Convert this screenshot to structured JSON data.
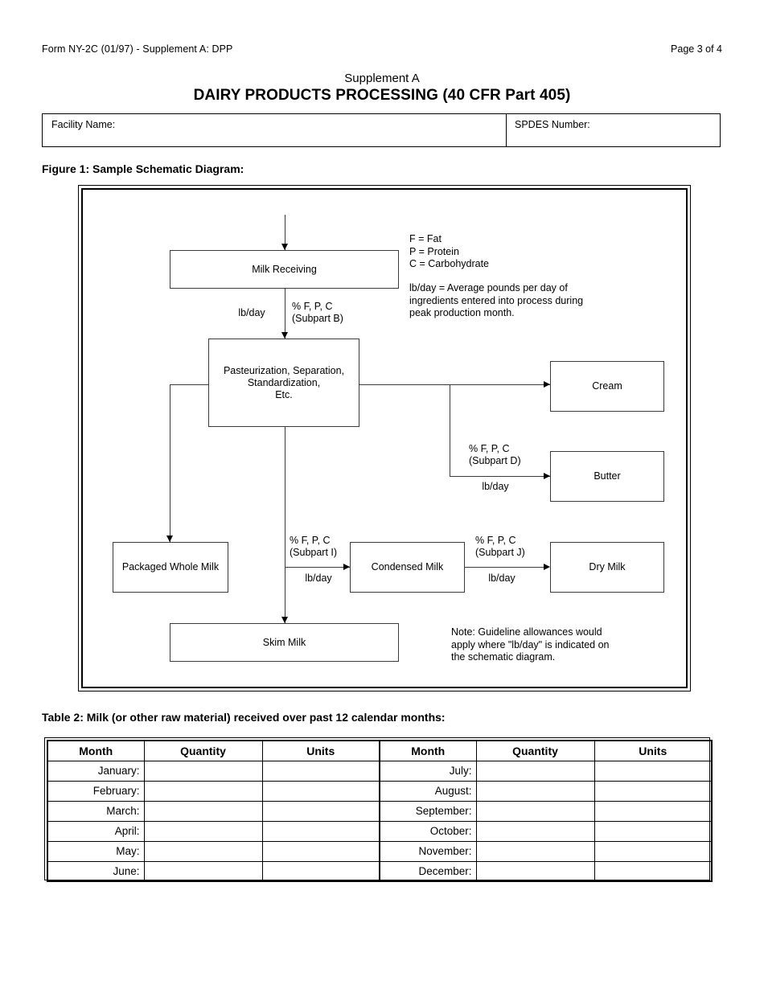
{
  "header": {
    "form_id": "Form NY-2C (01/97) - Supplement A: DPP",
    "page_number": "Page 3 of 4"
  },
  "title": {
    "line1": "Supplement A",
    "line2": "DAIRY PRODUCTS PROCESSING (40 CFR Part 405)"
  },
  "facility_box": {
    "facility_label": "Facility Name:",
    "facility_value": "",
    "spdes_label": "SPDES Number:",
    "spdes_value": ""
  },
  "figure": {
    "caption": "Figure 1: Sample Schematic Diagram:",
    "nodes": {
      "milk_receiving": "Milk Receiving",
      "pasteurization": "Pasteurization, Separation,\nStandardization,\nEtc.",
      "cream": "Cream",
      "butter": "Butter",
      "packaged_whole_milk": "Packaged Whole Milk",
      "condensed_milk": "Condensed Milk",
      "dry_milk": "Dry Milk",
      "skim_milk": "Skim Milk"
    },
    "edge_labels": {
      "lbday_receiving": "lb/day",
      "subpart_b": "% F, P, C\n(Subpart B)",
      "subpart_d": "% F, P, C\n(Subpart D)",
      "lbday_butter": "lb/day",
      "subpart_i": "% F, P, C\n(Subpart I)",
      "lbday_condensed": "lb/day",
      "subpart_j": "% F, P, C\n(Subpart J)",
      "lbday_dry": "lb/day"
    },
    "legend": {
      "abbreviations": "F = Fat\nP = Protein\nC = Carbohydrate",
      "lbday_definition": "lb/day = Average pounds per day of\ningredients entered into process during\npeak production month."
    },
    "note": "Note: Guideline allowances would\napply where \"lb/day\" is indicated on\nthe schematic diagram."
  },
  "table2": {
    "caption": "Table 2: Milk (or other raw material) received over past 12 calendar months:",
    "headers": [
      "Month",
      "Quantity",
      "Units",
      "Month",
      "Quantity",
      "Units"
    ],
    "rows": [
      {
        "left_month": "January:",
        "left_quantity": "",
        "left_units": "",
        "right_month": "July:",
        "right_quantity": "",
        "right_units": ""
      },
      {
        "left_month": "February:",
        "left_quantity": "",
        "left_units": "",
        "right_month": "August:",
        "right_quantity": "",
        "right_units": ""
      },
      {
        "left_month": "March:",
        "left_quantity": "",
        "left_units": "",
        "right_month": "September:",
        "right_quantity": "",
        "right_units": ""
      },
      {
        "left_month": "April:",
        "left_quantity": "",
        "left_units": "",
        "right_month": "October:",
        "right_quantity": "",
        "right_units": ""
      },
      {
        "left_month": "May:",
        "left_quantity": "",
        "left_units": "",
        "right_month": "November:",
        "right_quantity": "",
        "right_units": ""
      },
      {
        "left_month": "June:",
        "left_quantity": "",
        "left_units": "",
        "right_month": "December:",
        "right_quantity": "",
        "right_units": ""
      }
    ]
  },
  "colors": {
    "ink": "#000000",
    "rule": "#3a3a3a",
    "paper": "#ffffff"
  }
}
